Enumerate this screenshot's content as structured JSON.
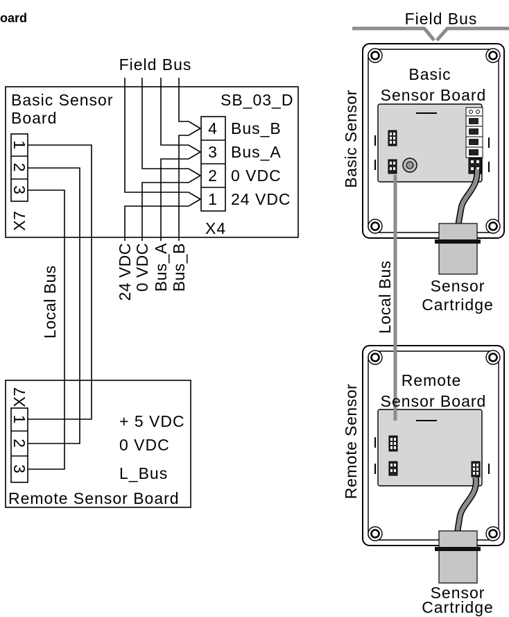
{
  "header": {
    "partial_title": "oard"
  },
  "schematic": {
    "field_bus_label": "Field Bus",
    "basic_board": {
      "name_line1": "Basic Sensor",
      "name_line2": "Board",
      "model": "SB_03_D",
      "x7": {
        "label": "X7",
        "pins": [
          "1",
          "2",
          "3"
        ]
      },
      "x4": {
        "label": "X4",
        "terminals": [
          {
            "pin": "4",
            "signal": "Bus_B"
          },
          {
            "pin": "3",
            "signal": "Bus_A"
          },
          {
            "pin": "2",
            "signal": "0 VDC"
          },
          {
            "pin": "1",
            "signal": "24 VDC"
          }
        ]
      }
    },
    "outgoing_lines": [
      "24 VDC",
      "0 VDC",
      "Bus_A",
      "Bus_B"
    ],
    "local_bus_label": "Local Bus",
    "remote_board": {
      "x7": {
        "label": "X7",
        "pins": [
          "1",
          "2",
          "3"
        ]
      },
      "pin_signals": [
        "+ 5 VDC",
        "0 VDC",
        "L_Bus"
      ],
      "name": "Remote Sensor Board"
    }
  },
  "pictorial": {
    "field_bus_label": "Field Bus",
    "local_bus_label": "Local Bus",
    "basic_unit": {
      "side_label": "Basic Sensor",
      "board_label_line1": "Basic",
      "board_label_line2": "Sensor Board",
      "cartridge_label_line1": "Sensor",
      "cartridge_label_line2": "Cartridge"
    },
    "remote_unit": {
      "side_label": "Remote Sensor",
      "board_label_line1": "Remote",
      "board_label_line2": "Sensor Board",
      "cartridge_label_line1": "Sensor",
      "cartridge_label_line2": "Cartridge"
    }
  },
  "colors": {
    "cable": "#8c8c8c",
    "board": "#d6d6d6",
    "cartridge": "#c6c6c6",
    "screw": "#ffffff"
  }
}
